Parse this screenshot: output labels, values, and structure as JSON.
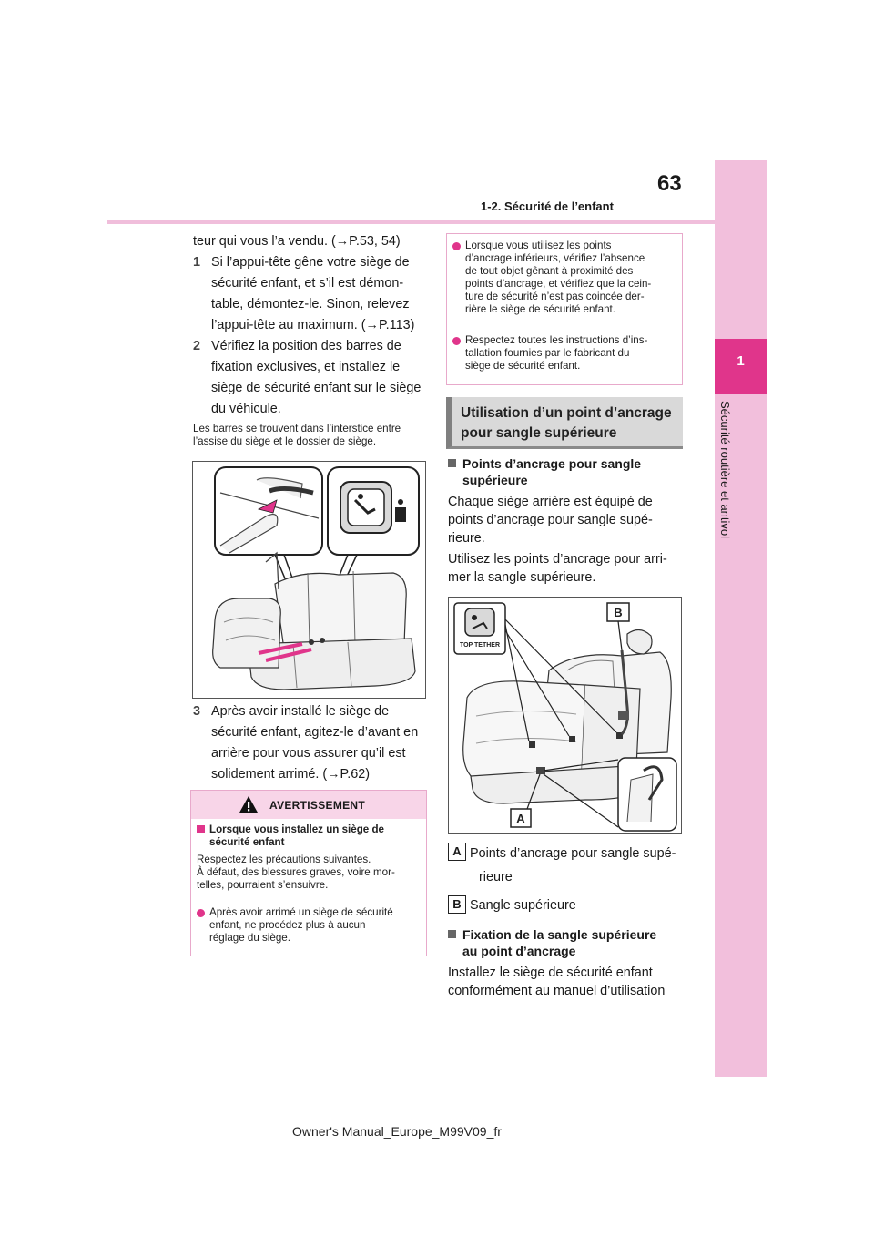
{
  "header": {
    "page_number": "63",
    "section": "1-2. Sécurité de l’enfant"
  },
  "side_tab": {
    "number": "1",
    "label": "Sécurité routière et antivol"
  },
  "left": {
    "intro": "teur qui vous l’a vendu. (→P.53, 54)",
    "step1_num": "1",
    "step1_lines": [
      "Si l’appui-tête gêne votre siège de",
      "sécurité enfant, et s’il est démon-",
      "table, démontez-le. Sinon, relevez",
      "l’appui-tête au maximum. (→P.113)"
    ],
    "step2_num": "2",
    "step2_lines": [
      "Vérifiez la position des barres de",
      "fixation exclusives, et installez le",
      "siège de sécurité enfant sur le siège",
      "du véhicule."
    ],
    "note_lines": [
      "Les barres se trouvent dans l’interstice entre",
      "l’assise du siège et le dossier de siège."
    ],
    "step3_num": "3",
    "step3_lines": [
      "Après avoir installé le siège de",
      "sécurité enfant, agitez-le d’avant en",
      "arrière pour vous assurer qu’il est",
      "solidement arrimé. (→P.62)"
    ]
  },
  "warning": {
    "title": "AVERTISSEMENT",
    "subhead_lines": [
      "Lorsque vous installez un siège de",
      "sécurité enfant"
    ],
    "body_lines": [
      "Respectez les précautions suivantes.",
      "À défaut, des blessures graves, voire mor-",
      "telles, pourraient s’ensuivre."
    ],
    "bullet_lines": [
      "Après avoir arrimé un siège de sécurité",
      "enfant, ne procédez plus à aucun",
      "réglage du siège."
    ]
  },
  "info": {
    "bullet1_lines": [
      "Lorsque vous utilisez les points",
      "d’ancrage inférieurs, vérifiez l’absence",
      "de tout objet gênant à proximité des",
      "points d’ancrage, et vérifiez que la cein-",
      "ture de sécurité n’est pas coincée der-",
      "rière le siège de sécurité enfant."
    ],
    "bullet2_lines": [
      "Respectez toutes les instructions d’ins-",
      "tallation fournies par le fabricant du",
      "siège de sécurité enfant."
    ]
  },
  "right": {
    "band_lines": [
      "Utilisation d’un point d’ancrage",
      "pour sangle supérieure"
    ],
    "sub1_lines": [
      "Points d’ancrage pour sangle",
      "supérieure"
    ],
    "para1_lines": [
      "Chaque siège arrière est équipé de",
      "points d’ancrage pour sangle supé-",
      "rieure."
    ],
    "para2_lines": [
      "Utilisez les points d’ancrage pour arri-",
      "mer la sangle supérieure."
    ],
    "figure_label_a": "A",
    "figure_label_b": "B",
    "tether_label": "TOP TETHER",
    "legend_a_letter": "A",
    "legend_a_lines": [
      "Points d’ancrage pour sangle supé-",
      "rieure"
    ],
    "legend_b_letter": "B",
    "legend_b_text": "Sangle supérieure",
    "sub2_lines": [
      "Fixation de la sangle supérieure",
      "au point d’ancrage"
    ],
    "para3_lines": [
      "Installez le siège de sécurité enfant",
      "conformément au manuel d’utilisation"
    ]
  },
  "footer": {
    "text": "Owner's Manual_Europe_M99V09_fr"
  },
  "colors": {
    "accent": "#e0358b",
    "tab_light": "#f2bfdc",
    "box_border": "#e8a9cb",
    "band_gray": "#d9d9d9"
  }
}
